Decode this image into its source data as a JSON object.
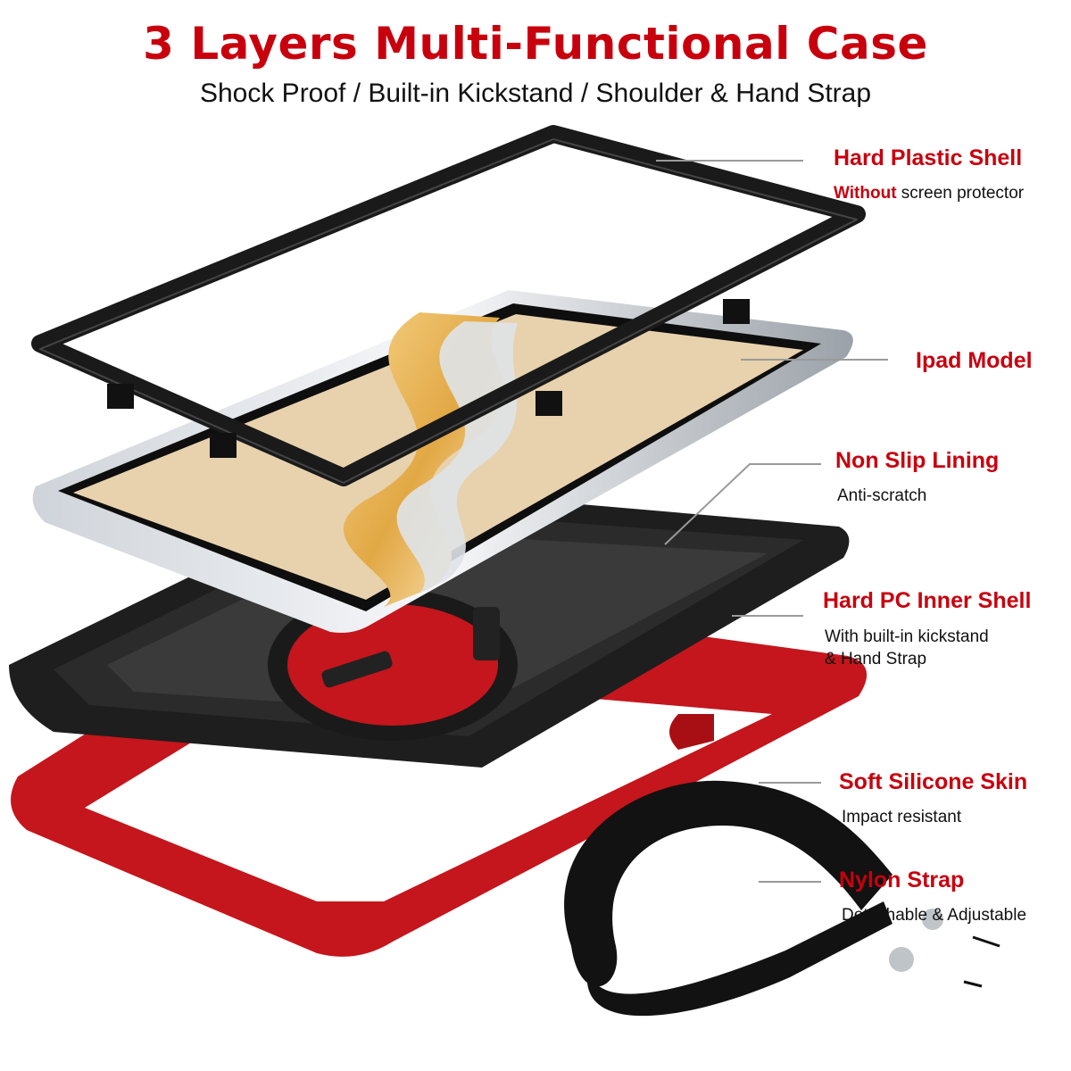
{
  "header": {
    "title": "3 Layers Multi-Functional Case",
    "subtitle": "Shock Proof / Built-in Kickstand / Shoulder & Hand Strap"
  },
  "callouts": [
    {
      "label": "Hard Plastic Shell",
      "desc_highlight": "Without",
      "desc": " screen protector"
    },
    {
      "label": "Ipad Model"
    },
    {
      "label": "Non Slip Lining",
      "desc": "Anti-scratch"
    },
    {
      "label": "Hard PC Inner Shell",
      "desc": "With built-in kickstand",
      "desc2": "& Hand Strap"
    },
    {
      "label": "Soft Silicone Skin",
      "desc": "Impact resistant"
    },
    {
      "label": "Nylon Strap",
      "desc": "Detachable & Adjustable"
    }
  ],
  "colors": {
    "accent": "#c8000e",
    "shell": "#1a1a1a",
    "screen": "#e7d2ad",
    "silicone": "#c4161c",
    "text": "#111111"
  }
}
